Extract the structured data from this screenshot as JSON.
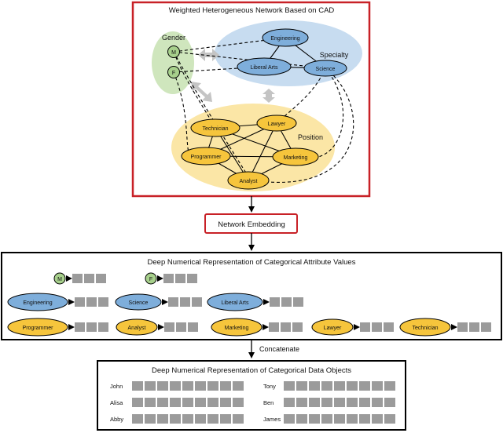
{
  "network": {
    "title": "Weighted Heterogeneous Network Based on CAD",
    "groups": {
      "gender": "Gender",
      "specialty": "Specialty",
      "position": "Position"
    },
    "nodes": {
      "m": "M",
      "f": "F",
      "engineering": "Engineering",
      "liberal_arts": "Liberal Arts",
      "science": "Science",
      "technician": "Technician",
      "lawyer": "Lawyer",
      "programmer": "Programmer",
      "marketing": "Marketing",
      "analyst": "Analyst"
    }
  },
  "steps": {
    "embedding": "Network Embedding",
    "concatenate": "Concatenate"
  },
  "attribute_panel": {
    "title": "Deep Numerical Representation of Categorical Attribute Values",
    "gender": [
      "M",
      "F"
    ],
    "specialty": [
      "Engineering",
      "Science",
      "Liberal Arts"
    ],
    "position": [
      "Programmer",
      "Analyst",
      "Marketing",
      "Lawyer",
      "Technician"
    ]
  },
  "object_panel": {
    "title": "Deep Numerical Representation of Categorical Data Objects",
    "left_names": [
      "John",
      "Alisa",
      "Abby"
    ],
    "right_names": [
      "Tony",
      "Ben",
      "James"
    ]
  },
  "colors": {
    "frame_red": "#c82127",
    "gender_fill": "#cfe6bd",
    "gender_node": "#a7d08c",
    "specialty_fill": "#c7dcf0",
    "specialty_node": "#7eaedb",
    "position_fill": "#fbe6a6",
    "position_node": "#f6c53c",
    "vector_cell": "#9b9b9b",
    "arrow_gray": "#c4c4c4"
  }
}
